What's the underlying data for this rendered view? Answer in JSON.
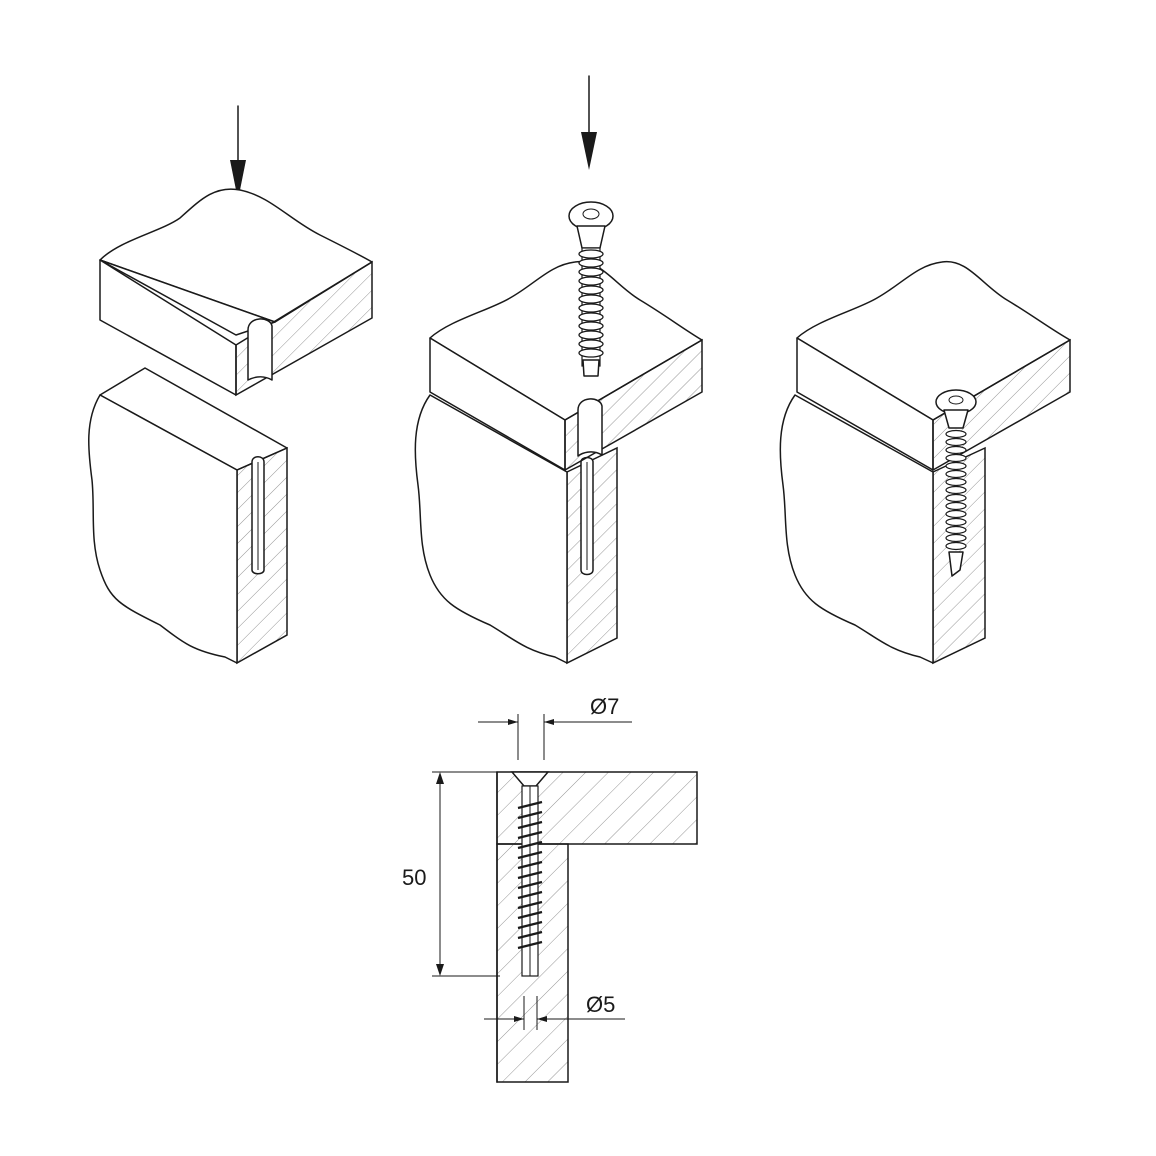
{
  "dimensions": {
    "head_diameter": "Ø7",
    "length": "50",
    "shank_diameter": "Ø5"
  },
  "colors": {
    "line": "#1a1a1a",
    "background": "#ffffff",
    "hatch": "#8a8a8a"
  }
}
